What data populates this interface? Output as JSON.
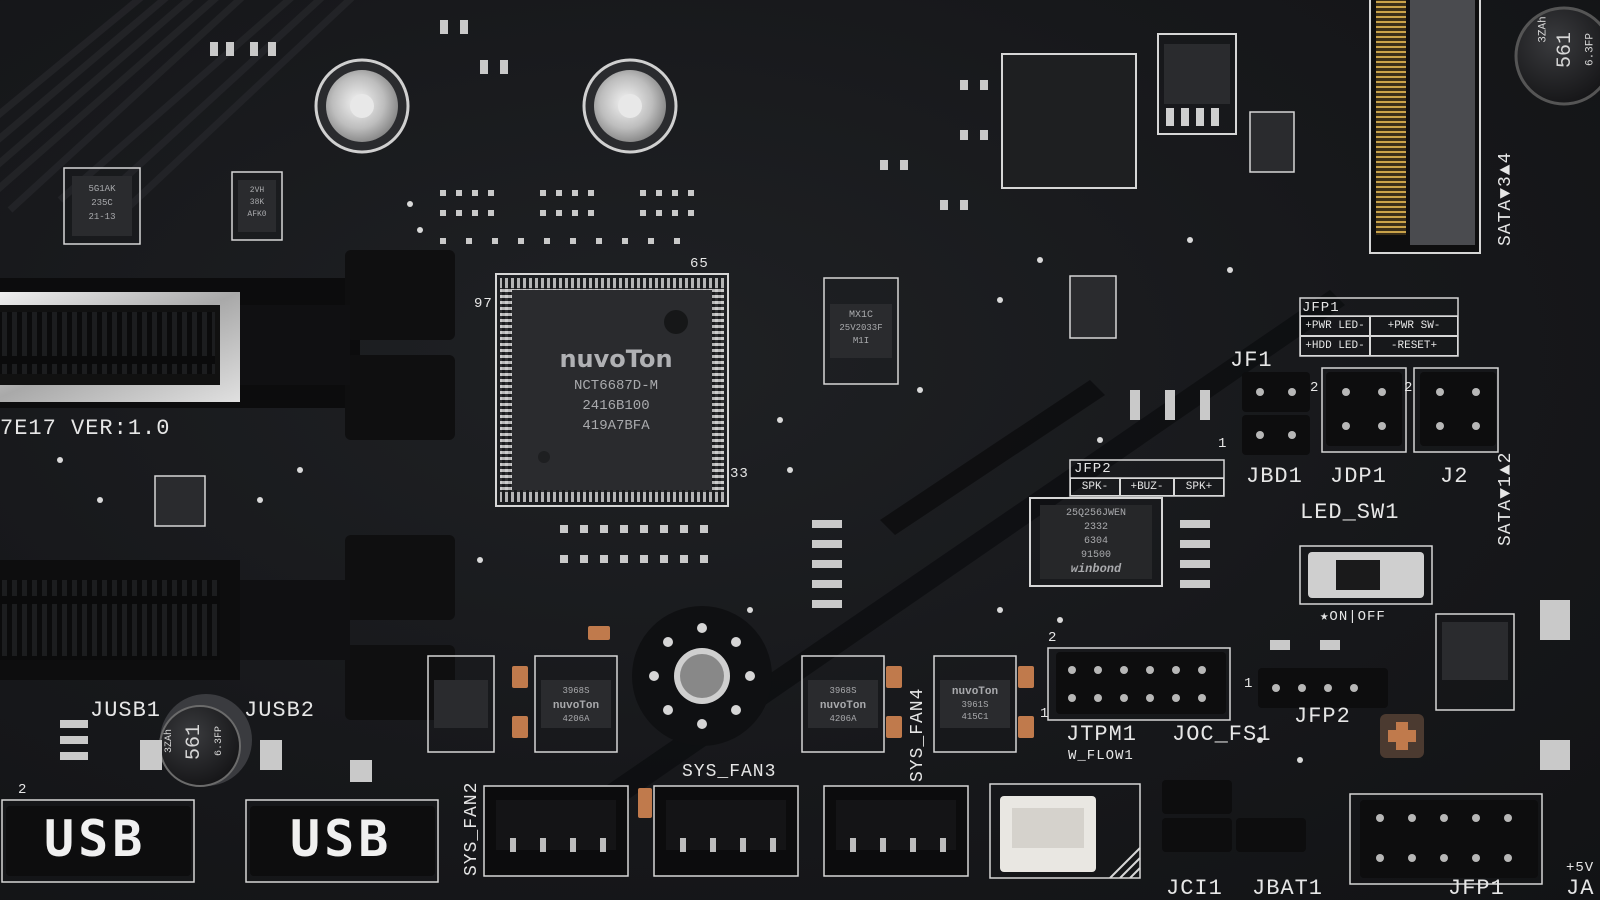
{
  "board": {
    "revision": "7E17 VER:1.0"
  },
  "chips": {
    "superio": {
      "brand": "nuvoTon",
      "model": "NCT6687D-M",
      "line2": "2416B100",
      "line3": "419A7BFA",
      "pin_top": "65",
      "pin_left": "97",
      "pin_bottom": "33"
    },
    "bios": {
      "brand": "winbond",
      "line1": "25Q256JWEN",
      "line2": "2332",
      "line3": "6304",
      "line4": "91500"
    },
    "eeprom": {
      "line1": "MX1C",
      "line2": "25V2033F",
      "line3": "M1I"
    },
    "fan_driver_1": {
      "brand": "nuvoTon",
      "line1": "3968S",
      "line2": "4206A"
    },
    "fan_driver_2": {
      "brand": "nuvoTon",
      "line1": "3968S",
      "line2": "4206A"
    },
    "fan_driver_3": {
      "brand": "nuvoTon",
      "line1": "3961S",
      "line2": "415C1"
    },
    "small_1": {
      "line1": "5G1AK",
      "line2": "235C",
      "line3": "21-13"
    },
    "small_2": {
      "line1": "2VH",
      "line2": "38K",
      "line3": "AFK0"
    }
  },
  "capacitors": [
    {
      "line1": "3ZAh",
      "line2": "561",
      "line3": "6.3FP"
    },
    {
      "line1": "3ZAh",
      "line2": "561",
      "line3": "6.3FP"
    }
  ],
  "labels": {
    "jf1": "JF1",
    "jbd1": "JBD1",
    "jdp1": "JDP1",
    "j2": "J2",
    "led_sw1": "LED_SW1",
    "on_off": "★ON|OFF",
    "jfp2": "JFP2",
    "jfp1": "JFP1",
    "jtpm1": "JTPM1",
    "joc_fs1": "JOC_FS1",
    "w_flow1": "W_FLOW1",
    "jci1": "JCI1",
    "jbat1": "JBAT1",
    "jusb1": "JUSB1",
    "jusb2": "JUSB2",
    "sys_fan2": "SYS_FAN2",
    "sys_fan3": "SYS_FAN3",
    "sys_fan4": "SYS_FAN4",
    "sata_34": "SATA▼3▲4",
    "sata_12": "SATA▼1▲2",
    "usb1": "USB",
    "usb2": "USB",
    "pin_2a": "2",
    "pin_2b": "2",
    "pin_2c": "2",
    "pin_1a": "1",
    "pin_1b": "1",
    "pin_2d": "2",
    "pin_1c": "1",
    "edge_right": "JA",
    "edge_5v": "+5V"
  },
  "jfp1_panel": {
    "title": "JFP1",
    "row1a": "+PWR LED-",
    "row1b": "+PWR SW-",
    "row2a": "+HDD LED-",
    "row2b": "-RESET+"
  },
  "jfp2_panel": {
    "title": "JFP2",
    "a": "SPK-",
    "b": "+BUZ-",
    "c": "SPK+"
  },
  "colors": {
    "pcb": "#17181b",
    "silkscreen": "#e6e6e6",
    "chip": "#2a2b2e",
    "solder": "#c9c9c9",
    "standoff": "#bdbdbd"
  }
}
